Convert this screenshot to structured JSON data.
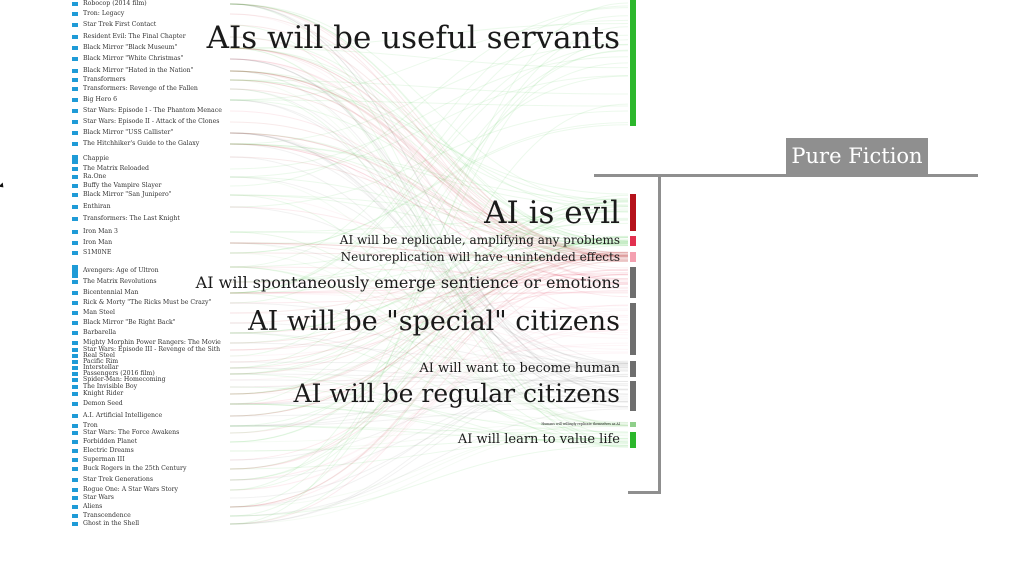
{
  "slide": {
    "section_label": "Pure Fiction"
  },
  "colors": {
    "movie_marker": "#1f9bd7",
    "green": "#2cb72c",
    "dark_red": "#b5121b",
    "red": "#e2314f",
    "pink": "#f4a0b0",
    "gray": "#6e6e6e",
    "light_green": "#8fcf8a",
    "connector_gray": "#8f8f8f"
  },
  "movies": [
    "Robocop (2014 film)",
    "Tron: Legacy",
    "Star Trek First Contact",
    "Resident Evil: The Final Chapter",
    "Black Mirror \"Black Museum\"",
    "Black Mirror \"White Christmas\"",
    "Black Mirror \"Hated in the Nation\"",
    "Transformers",
    "Transformers: Revenge of the Fallen",
    "Big Hero 6",
    "Star Wars: Episode I - The Phantom Menace",
    "Star Wars: Episode II - Attack of the Clones",
    "Black Mirror \"USS Callister\"",
    "The Hitchhiker's Guide to the Galaxy",
    "Chappie",
    "The Matrix Reloaded",
    "Ra.One",
    "Buffy the Vampire Slayer",
    "Black Mirror \"San Junipero\"",
    "Enthiran",
    "Transformers: The Last Knight",
    "Iron Man 3",
    "Iron Man",
    "S1M0NE",
    "Avengers: Age of Ultron",
    "The Matrix Revolutions",
    "Bicentennial Man",
    "Rick & Morty \"The Ricks Must be Crazy\"",
    "Man Steel",
    "Black Mirror \"Be Right Back\"",
    "Barbarella",
    "Mighty Morphin Power Rangers: The Movie",
    "Star Wars: Episode III - Revenge of the Sith",
    "Real Steel",
    "Pacific Rim",
    "Interstellar",
    "Passengers (2016 film)",
    "Spider-Man: Homecoming",
    "The Invisible Boy",
    "Knight Rider",
    "Demon Seed",
    "A.I. Artificial Intelligence",
    "Tron",
    "Star Wars: The Force Awakens",
    "Forbidden Planet",
    "Electric Dreams",
    "Superman III",
    "Buck Rogers in the 25th Century",
    "Star Trek Generations",
    "Rogue One: A Star Wars Story",
    "Star Wars",
    "Aliens",
    "Transcendence",
    "Ghost in the Shell"
  ],
  "themes": [
    {
      "label": "AIs will be useful servants",
      "color": "green"
    },
    {
      "label": "AI is evil",
      "color": "dark_red"
    },
    {
      "label": "AI will be replicable, amplifying any problems",
      "color": "red"
    },
    {
      "label": "Neuroreplication will have unintended effects",
      "color": "pink"
    },
    {
      "label": "AI will spontaneously emerge sentience or emotions",
      "color": "gray"
    },
    {
      "label": "AI will be \"special\" citizens",
      "color": "gray"
    },
    {
      "label": "AI will want to become human",
      "color": "gray"
    },
    {
      "label": "AI will be regular citizens",
      "color": "gray"
    },
    {
      "label": "Humans will willingly replicate themselves as AI",
      "color": "light_green"
    },
    {
      "label": "AI will learn to value life",
      "color": "green"
    }
  ]
}
